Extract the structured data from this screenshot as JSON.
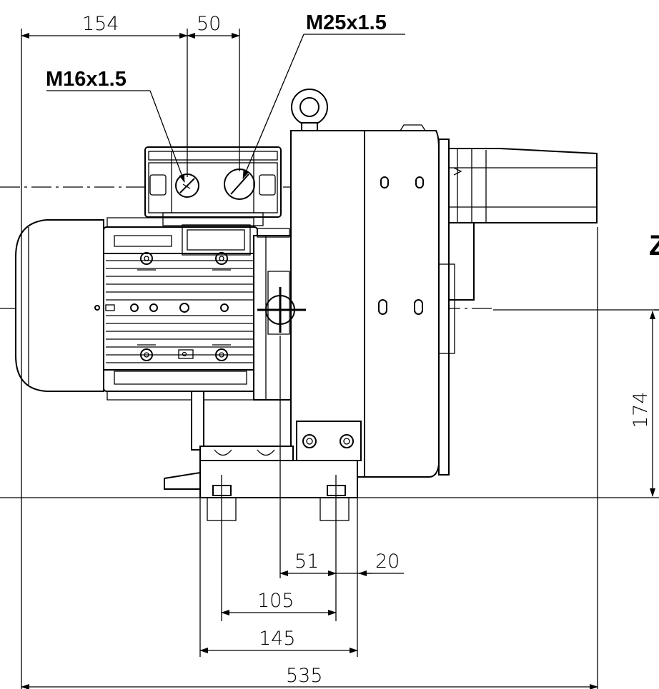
{
  "callouts": {
    "cable_small": "M16x1.5",
    "cable_large": "M25x1.5"
  },
  "dimensions": {
    "top_left": "154",
    "top_mid": "50",
    "right_vertical": "174",
    "d51": "51",
    "d20": "20",
    "d105": "105",
    "d145": "145",
    "d535": "535"
  },
  "view_label": "Z"
}
